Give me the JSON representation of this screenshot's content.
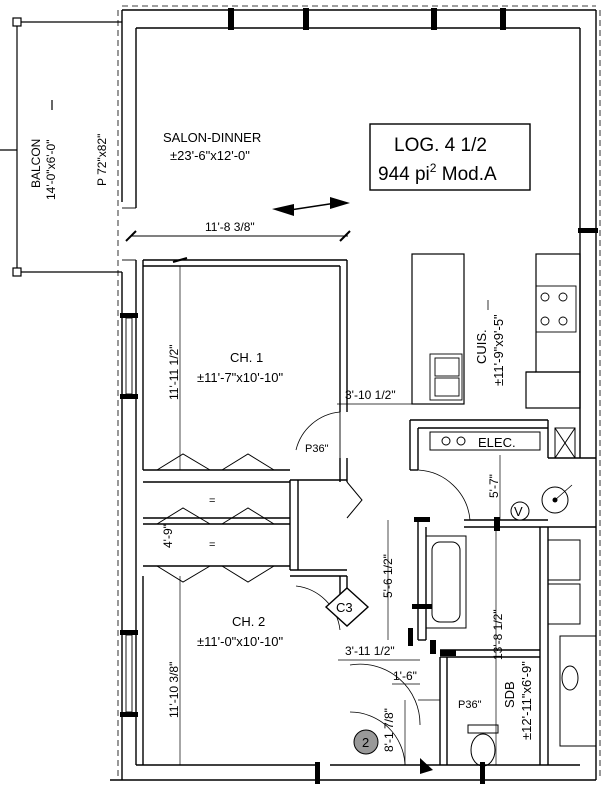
{
  "title": {
    "unit": "LOG. 4 1/2",
    "area_prefix": "944 pi",
    "area_sup": "2",
    "area_suffix": " Mod.A"
  },
  "rooms": {
    "salon_name": "SALON-DINNER",
    "salon_size": "±23'-6\"x12'-0\"",
    "ch1_name": "CH. 1",
    "ch1_size": "±11'-7\"x10'-10\"",
    "ch2_name": "CH. 2",
    "ch2_size": "±11'-0\"x10'-10\"",
    "cuis_name": "CUIS.",
    "cuis_size": "±11'-9\"x9'-5\"",
    "sdb_name": "SDB",
    "sdb_size": "±12'-11\"x6'-9\"",
    "elec": "ELEC.",
    "balcon_name": "BALCON",
    "balcon_size": "14'-0\"x6'-0\"",
    "balcon_door": "P 72\"x82\""
  },
  "dimensions": {
    "d1": "11'-8 3/8\"",
    "d2": "11'-11 1/2\"",
    "d3": "3'-10 1/2\"",
    "d4": "4'-9\"",
    "d5": "5'-7\"",
    "d6": "5'-6 1/2\"",
    "d7": "3'-11 1/2\"",
    "d8": "1'-6\"",
    "d9": "13'-8 1/2\"",
    "d10": "11'-10 3/8\"",
    "d11": "8'-1 7/8\""
  },
  "tags": {
    "door1": "P36\"",
    "door2": "P36\"",
    "closet_sep": "=",
    "c3": "C3",
    "mark2": "2",
    "v": "V"
  }
}
